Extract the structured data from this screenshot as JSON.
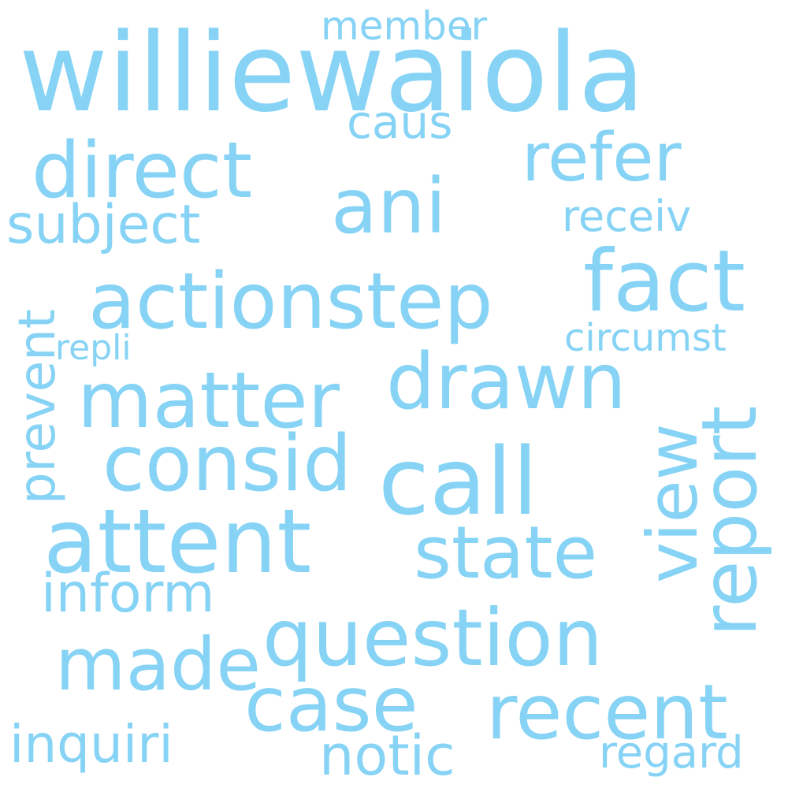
{
  "wordcloud": {
    "color": "#86d3f5",
    "words": {
      "williewaiola": "williewaiola",
      "member": "member",
      "caus": "caus",
      "refer": "refer",
      "direct": "direct",
      "ani": "ani",
      "subject": "subject",
      "receiv": "receiv",
      "fact": "fact",
      "actionstep": "actionstep",
      "circumst": "circumst",
      "repli": "repli",
      "prevent": "prevent",
      "drawn": "drawn",
      "matter": "matter",
      "consid": "consid",
      "call": "call",
      "view": "view",
      "report": "report",
      "attent": "attent",
      "state": "state",
      "inform": "inform",
      "question": "question",
      "made": "made",
      "case": "case",
      "recent": "recent",
      "inquiri": "inquiri",
      "notic": "notic",
      "regard": "regard"
    }
  }
}
